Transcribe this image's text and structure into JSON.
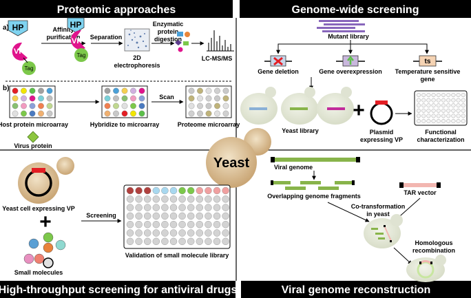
{
  "quadrants": {
    "top_left_title": "Proteomic approaches",
    "top_right_title": "Genome-wide screening",
    "bottom_left_title": "High-throughput screening for antiviral drugs",
    "bottom_right_title": "Viral genome reconstruction",
    "center_label": "Yeast"
  },
  "proteomics": {
    "label_a": "a)",
    "label_b": "b)",
    "hp": "HP",
    "vp": "VP",
    "tag": "Tag",
    "affinity_1": "Affinity",
    "affinity_2": "purification",
    "separation": "Separation",
    "electro_1": "2D",
    "electro_2": "electrophoresis",
    "digest_1": "Enzymatic",
    "digest_2": "protein",
    "digest_3": "digestion",
    "lcms": "LC-MS/MS",
    "host_array": "Host protein microarray",
    "hybridize": "Hybridize to microarray",
    "scan": "Scan",
    "proteome_array": "Proteome microarray",
    "virus_protein": "Virus protein"
  },
  "genome_screen": {
    "mutant_library": "Mutant library",
    "gene_deletion": "Gene deletion",
    "gene_overexpression": "Gene overexpression",
    "ts": "ts",
    "temp_1": "Temperature sensitive",
    "temp_2": "gene",
    "yeast_library": "Yeast library",
    "plasmid_1": "Plasmid",
    "plasmid_2": "expressing VP",
    "functional_1": "Functional",
    "functional_2": "characterization"
  },
  "antiviral": {
    "yeast_cell": "Yeast cell expressing VP",
    "screening": "Screening",
    "small_molecules": "Small molecules",
    "validation": "Validation of small molecule library"
  },
  "reconstruction": {
    "viral_genome": "Viral genome",
    "tar_vector": "TAR vector",
    "fragments": "Overlapping genome fragments",
    "cotrans_1": "Co-transformation",
    "cotrans_2": "in yeast",
    "homologous_1": "Homologous",
    "homologous_2": "recombination"
  },
  "colors": {
    "header_bg": "#000000",
    "header_text": "#ffffff",
    "hp_blue": "#7fd3f0",
    "vp_magenta": "#e0148c",
    "tag_green": "#7cc84a",
    "yeast_tan": "#d7b98a",
    "yeast_gray": "#e4e8d8",
    "purple_bar": "#8866bb",
    "green_bar": "#88b44a",
    "red_mark": "#e31e24"
  }
}
